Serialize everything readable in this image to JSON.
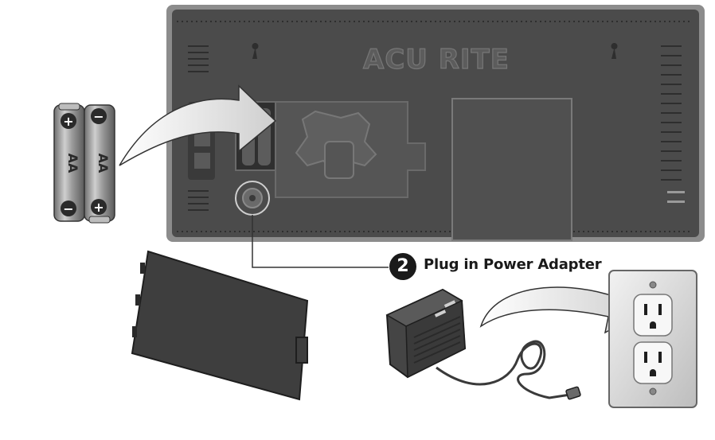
{
  "brand": {
    "logo_text": "ACU RITE"
  },
  "batteries": [
    {
      "size_label": "AA",
      "top_terminal": "+",
      "bottom_terminal": "−"
    },
    {
      "size_label": "AA",
      "top_terminal": "−",
      "bottom_terminal": "+"
    }
  ],
  "step": {
    "number": "2",
    "instruction": "Plug in Power Adapter"
  },
  "colors": {
    "device_body": "#4a4a4a",
    "device_frame": "#8a8a8a",
    "arrow_fill": "#e8e8e8",
    "outlet_plate": "#d9d9d9",
    "text": "#1a1a1a"
  }
}
